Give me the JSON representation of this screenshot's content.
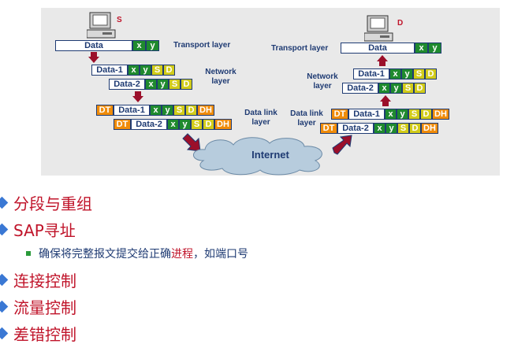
{
  "diagram": {
    "source_label": "S",
    "dest_label": "D",
    "transport_label": "Transport layer",
    "network_label_1": "Network",
    "network_label_2": "layer",
    "datalink_label_1": "Data link",
    "datalink_label_2": "layer",
    "internet_label": "Internet",
    "cells": {
      "data": "Data",
      "data1": "Data-1",
      "data2": "Data-2",
      "x": "x",
      "y": "y",
      "s": "S",
      "d": "D",
      "dt": "DT",
      "dh": "DH"
    }
  },
  "bullets": [
    {
      "text": "分段与重组"
    },
    {
      "text": "SAP寻址"
    },
    {
      "text_before": "确保将完整报文提交给正确",
      "highlight": "进程",
      "text_after": "，如端口号"
    },
    {
      "text": "连接控制"
    },
    {
      "text": "流量控制"
    },
    {
      "text": "差错控制"
    }
  ],
  "colors": {
    "field_green": "#1f8a2e",
    "field_yellow": "#d2cc1a",
    "field_orange": "#f08c0a",
    "arrow_red": "#9b0f2a",
    "bullet_red": "#c0142a",
    "bullet_blue": "#3a78d4"
  }
}
